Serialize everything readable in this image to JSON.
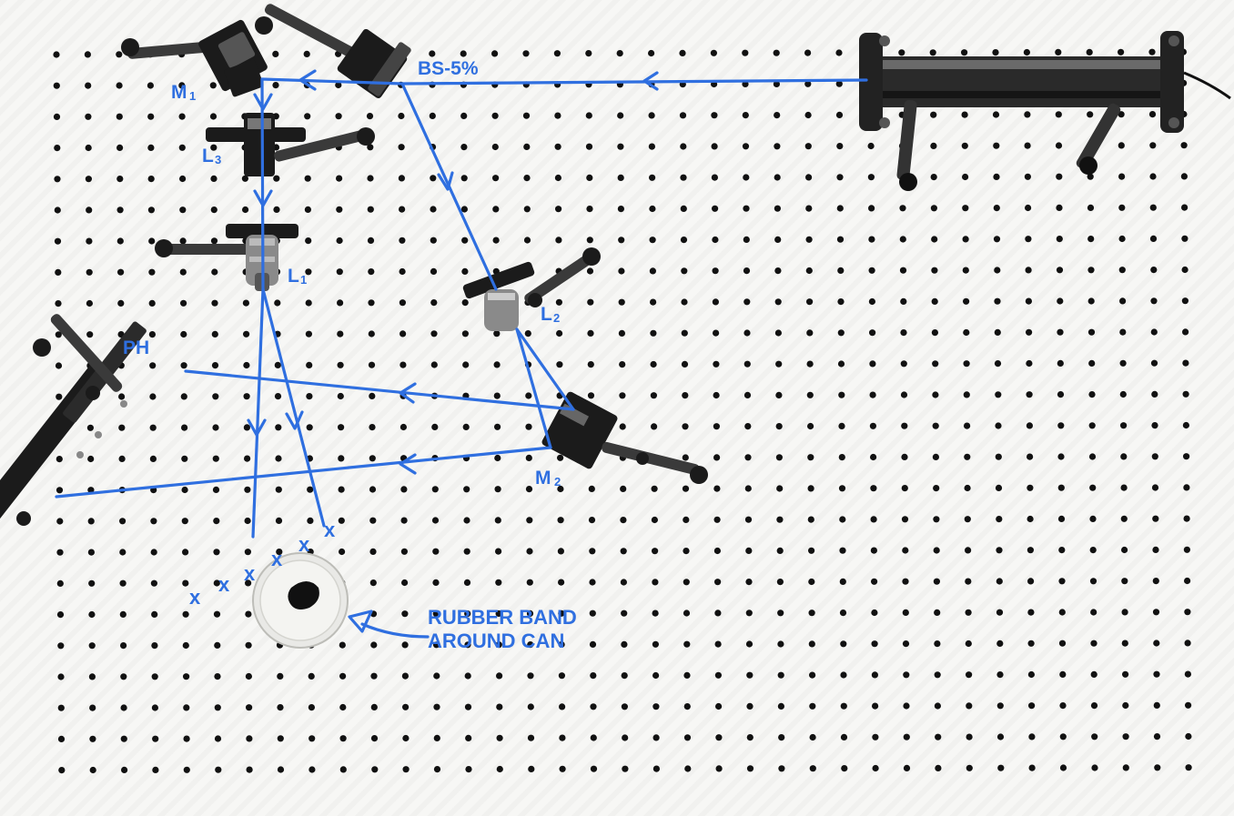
{
  "labels": {
    "beamsplitter": "BS-5%",
    "mirror1": "M",
    "mirror1_sub": "1",
    "lens3": "L",
    "lens3_sub": "3",
    "lens1": "L",
    "lens1_sub": "1",
    "lens2": "L",
    "lens2_sub": "2",
    "pinhole": "PH",
    "mirror2": "M",
    "mirror2_sub": "2",
    "x_marks": [
      "x",
      "x",
      "x",
      "x",
      "x",
      "x"
    ],
    "note_line1": "RUBBER BAND",
    "note_line2": "AROUND CAN"
  },
  "colors": {
    "beam": "#2f6fe0",
    "hardware": "#1b1b1b",
    "board": "#f7f7f5"
  }
}
